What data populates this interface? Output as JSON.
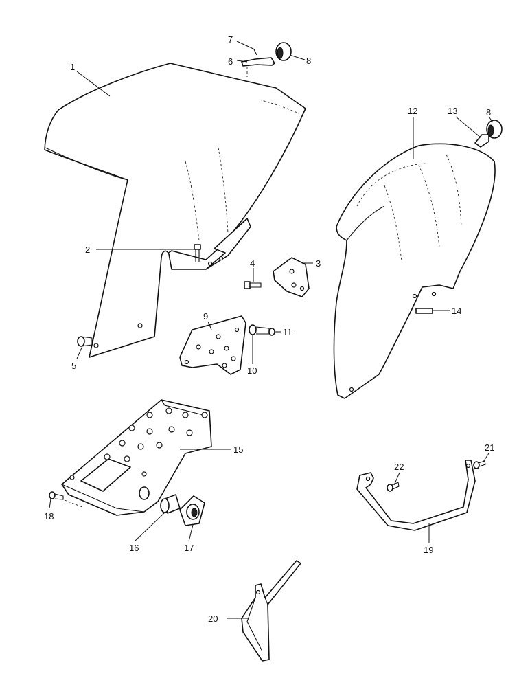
{
  "diagram": {
    "type": "exploded-parts-diagram",
    "callouts": [
      {
        "id": "c1",
        "label": "1"
      },
      {
        "id": "c2",
        "label": "2"
      },
      {
        "id": "c3",
        "label": "3"
      },
      {
        "id": "c4",
        "label": "4"
      },
      {
        "id": "c5",
        "label": "5"
      },
      {
        "id": "c6",
        "label": "6"
      },
      {
        "id": "c7",
        "label": "7"
      },
      {
        "id": "c8a",
        "label": "8"
      },
      {
        "id": "c8b",
        "label": "8"
      },
      {
        "id": "c9",
        "label": "9"
      },
      {
        "id": "c10",
        "label": "10"
      },
      {
        "id": "c11",
        "label": "11"
      },
      {
        "id": "c12",
        "label": "12"
      },
      {
        "id": "c13",
        "label": "13"
      },
      {
        "id": "c14",
        "label": "14"
      },
      {
        "id": "c15",
        "label": "15"
      },
      {
        "id": "c16",
        "label": "16"
      },
      {
        "id": "c17",
        "label": "17"
      },
      {
        "id": "c18",
        "label": "18"
      },
      {
        "id": "c19",
        "label": "19"
      },
      {
        "id": "c20",
        "label": "20"
      },
      {
        "id": "c21",
        "label": "21"
      },
      {
        "id": "c22",
        "label": "22"
      }
    ]
  }
}
